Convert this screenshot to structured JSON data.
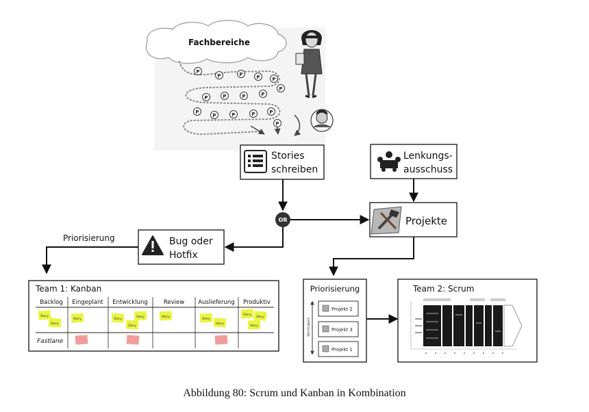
{
  "cloud": {
    "label": "Fachbereiche"
  },
  "token_letter": "P",
  "stories": {
    "line1": "Stories",
    "line2": "schreiben",
    "icon": "checklist-icon"
  },
  "lenkung": {
    "line1": "Lenkungs-",
    "line2": "ausschuss",
    "icon": "meeting-icon"
  },
  "or_gate": {
    "label": "OR"
  },
  "projekte": {
    "label": "Projekte",
    "icon": "tools-icon"
  },
  "bug": {
    "line1": "Bug oder",
    "line2": "Hotfix",
    "icon": "warning-icon"
  },
  "priorisierung_arrow_label": "Priorisierung",
  "kanban": {
    "title": "Team 1: Kanban",
    "columns": [
      "Backlog",
      "Eingeplant",
      "Entwicklung",
      "Review",
      "Auslieferung",
      "Produktiv"
    ],
    "fastlane_label": "Fastlane",
    "sticky_label": "Story",
    "sticky_color": "#e9f542",
    "urgent_color": "#f29b9b"
  },
  "prio_panel": {
    "title": "Priorisierung",
    "side_label": "Wichtigkeit",
    "items": [
      "Projekt 2",
      "Projekt 3",
      "Projekt 1"
    ]
  },
  "scrum": {
    "title": "Team 2: Scrum"
  },
  "caption": "Abbildung 80: Scrum und Kanban in Kombination"
}
